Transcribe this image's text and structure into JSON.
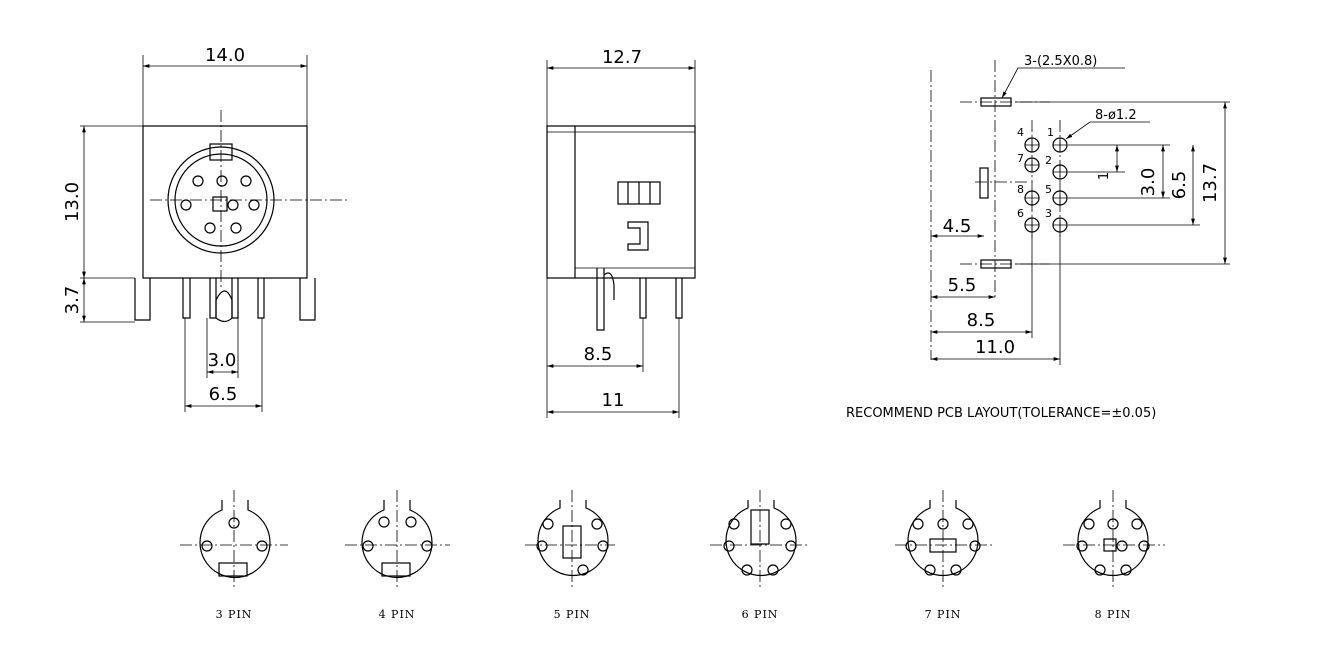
{
  "front_view": {
    "width_dim": "14.0",
    "height_dim": "13.0",
    "pin_dim": "3.7",
    "inner_spacing_dim": "3.0",
    "outer_spacing_dim": "6.5"
  },
  "side_view": {
    "width_dim": "12.7",
    "pin_offset_dim": "8.5",
    "depth_dim": "11"
  },
  "pcb_layout": {
    "slot_callout": "3-(2.5X0.8)",
    "hole_callout": "8-ø1.2",
    "pin_numbers": [
      "1",
      "2",
      "3",
      "4",
      "5",
      "6",
      "7",
      "8"
    ],
    "dim_1": "1",
    "dim_3_0": "3.0",
    "dim_6_5": "6.5",
    "dim_13_7": "13.7",
    "dim_4_5": "4.5",
    "dim_5_5": "5.5",
    "dim_8_5": "8.5",
    "dim_11_0": "11.0",
    "caption": "RECOMMEND PCB LAYOUT(TOLERANCE=±0.05)"
  },
  "pin_variants": [
    "3 PIN",
    "4 PIN",
    "5 PIN",
    "6 PIN",
    "7 PIN",
    "8 PIN"
  ]
}
